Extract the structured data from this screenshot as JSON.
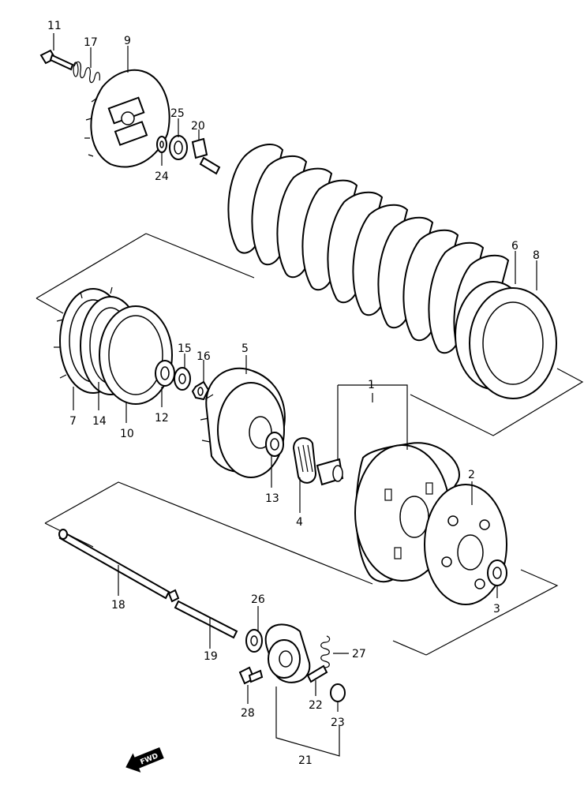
{
  "callouts": {
    "c1": "1",
    "c2": "2",
    "c3": "3",
    "c4": "4",
    "c5": "5",
    "c6": "6",
    "c7": "7",
    "c8": "8",
    "c9": "9",
    "c10": "10",
    "c11": "11",
    "c12": "12",
    "c13": "13",
    "c14": "14",
    "c15": "15",
    "c16": "16",
    "c17": "17",
    "c18": "18",
    "c19": "19",
    "c20": "20",
    "c21": "21",
    "c22": "22",
    "c23": "23",
    "c24": "24",
    "c25": "25",
    "c26": "26",
    "c27": "27",
    "c28": "28"
  },
  "fwd_badge": "FWD"
}
